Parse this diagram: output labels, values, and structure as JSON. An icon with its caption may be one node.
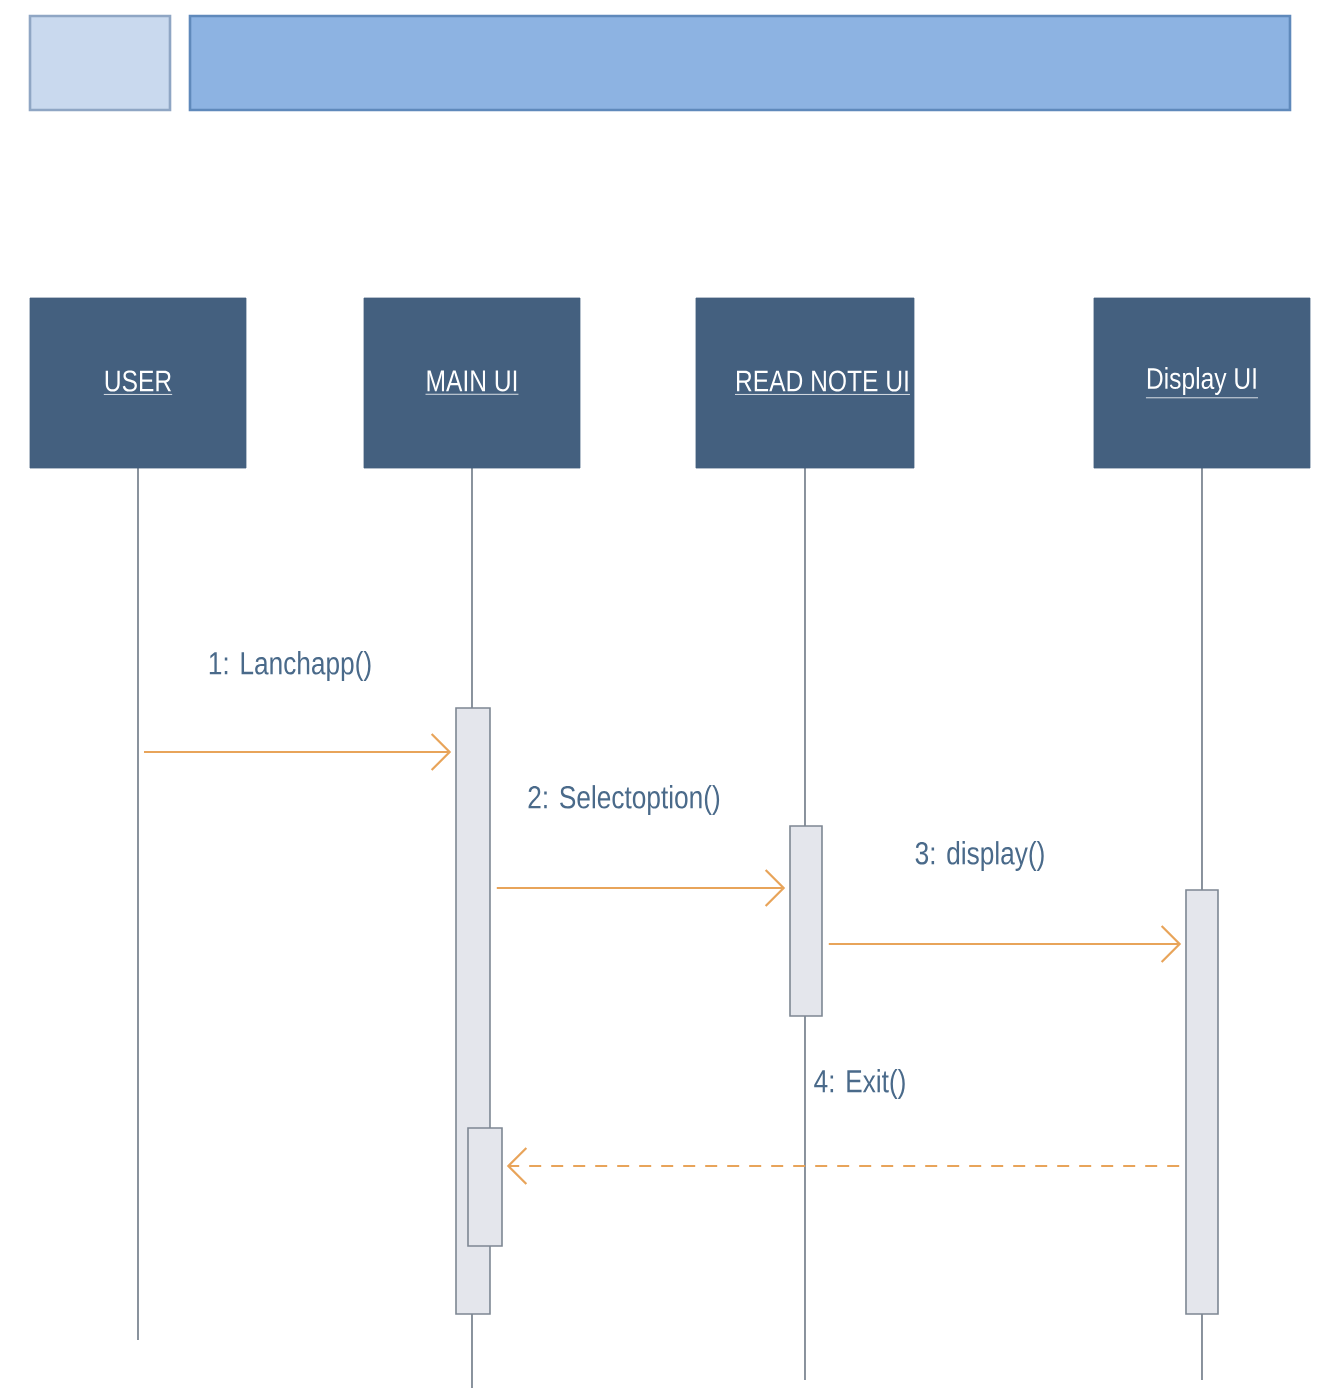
{
  "diagram": {
    "nodes": [
      {
        "text": [],
        "shape": "box"
      },
      {
        "text": [],
        "shape": "box"
      },
      {
        "text": [
          "USER"
        ]
      },
      {
        "text": [
          "MAIN UI"
        ]
      },
      {
        "text": [
          "READ NOTE UI"
        ]
      },
      {
        "text": [
          "Display UI"
        ]
      },
      {
        "text": [],
        "shape": "bar"
      },
      {
        "text": [],
        "shape": "bar"
      },
      {
        "text": [],
        "shape": "bar"
      },
      {
        "text": [],
        "shape": "bar"
      }
    ],
    "edges": [
      {
        "from": null,
        "to": 6,
        "arrow": "to",
        "label": "1: Lanchapp()"
      },
      {
        "from": 6,
        "to": 7,
        "arrow": "to",
        "label": "2: Selectoption()"
      },
      {
        "from": 7,
        "to": 8,
        "arrow": "to",
        "label": "3: display()"
      },
      {
        "from": 8,
        "to": 9,
        "arrow": "to",
        "label": "4: Exit()",
        "style": "dashed"
      }
    ]
  }
}
